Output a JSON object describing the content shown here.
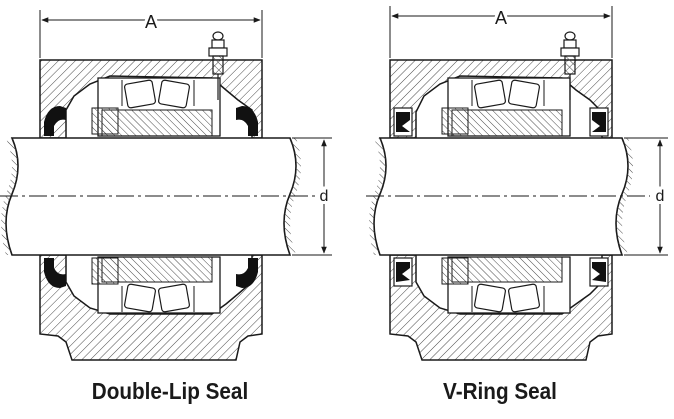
{
  "diagrams": [
    {
      "caption": "Double-Lip Seal",
      "dim_width_label": "A",
      "dim_bore_label": "d",
      "seal_type": "double-lip"
    },
    {
      "caption": "V-Ring Seal",
      "dim_width_label": "A",
      "dim_bore_label": "d",
      "seal_type": "v-ring"
    }
  ],
  "colors": {
    "line": "#1a1a1a",
    "hatch": "#4a4a4a",
    "background": "#ffffff"
  }
}
